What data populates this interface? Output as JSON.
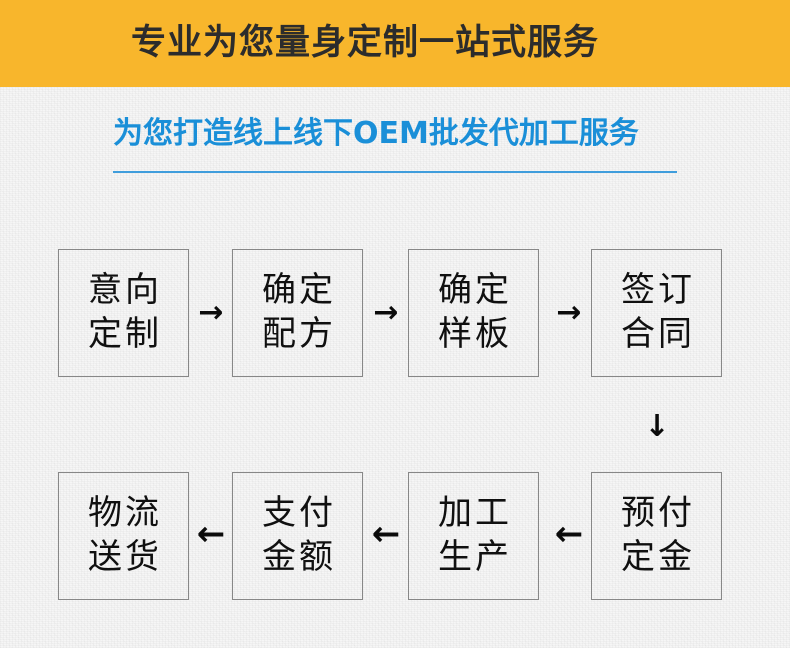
{
  "header": {
    "title": "专业为您量身定制一站式服务",
    "background_color": "#f8b62c",
    "text_color": "#2c2c2c"
  },
  "subtitle": {
    "text": "为您打造线上线下OEM批发代加工服务",
    "color": "#1a8fd8",
    "rule_color": "#3f9ddc"
  },
  "flow": {
    "border_color": "#878787",
    "text_color": "#101010",
    "rows": [
      {
        "direction": "left-to-right",
        "arrow_glyph": "→",
        "boxes": [
          {
            "line1": "意向",
            "line2": "定制"
          },
          {
            "line1": "确定",
            "line2": "配方"
          },
          {
            "line1": "确定",
            "line2": "样板"
          },
          {
            "line1": "签订",
            "line2": "合同"
          }
        ]
      },
      {
        "direction": "right-to-left",
        "arrow_glyph": "←",
        "boxes": [
          {
            "line1": "物流",
            "line2": "送货"
          },
          {
            "line1": "支付",
            "line2": "金额"
          },
          {
            "line1": "加工",
            "line2": "生产"
          },
          {
            "line1": "预付",
            "line2": "定金"
          }
        ]
      }
    ],
    "connector": {
      "glyph": "↓",
      "name": "down-arrow"
    }
  },
  "page": {
    "background_color": "#f6f6f6"
  }
}
